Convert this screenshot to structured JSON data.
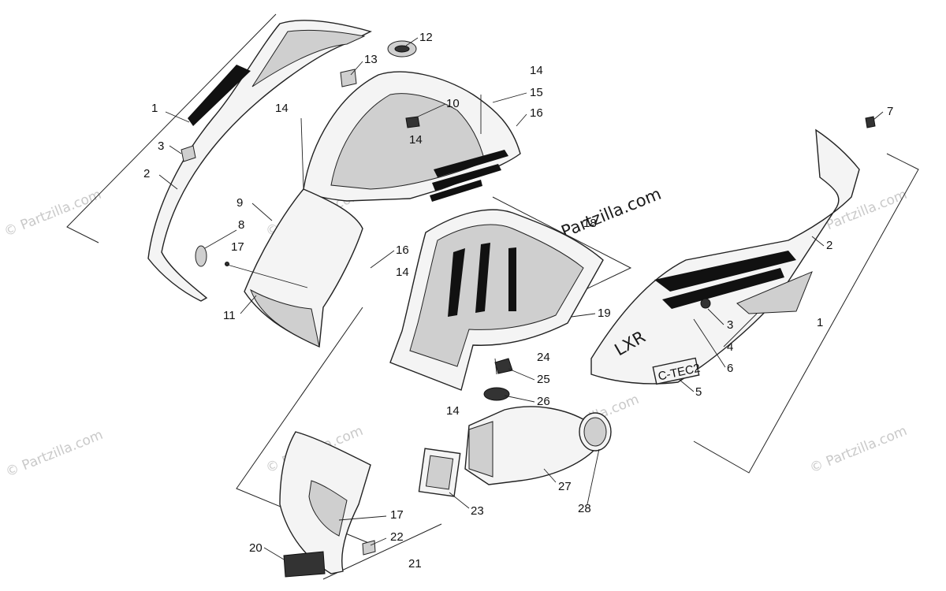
{
  "callouts": [
    {
      "id": "c1a",
      "label": "1"
    },
    {
      "id": "c2a",
      "label": "2"
    },
    {
      "id": "c3a",
      "label": "3"
    },
    {
      "id": "c8",
      "label": "8"
    },
    {
      "id": "c17a",
      "label": "17"
    },
    {
      "id": "c11",
      "label": "11"
    },
    {
      "id": "c9",
      "label": "9"
    },
    {
      "id": "c14a",
      "label": "14"
    },
    {
      "id": "c13",
      "label": "13"
    },
    {
      "id": "c12",
      "label": "12"
    },
    {
      "id": "c10",
      "label": "10"
    },
    {
      "id": "c14b",
      "label": "14"
    },
    {
      "id": "c14c",
      "label": "14"
    },
    {
      "id": "c15",
      "label": "15"
    },
    {
      "id": "c16a",
      "label": "16"
    },
    {
      "id": "c16b",
      "label": "16"
    },
    {
      "id": "c14d",
      "label": "14"
    },
    {
      "id": "c18",
      "label": "18"
    },
    {
      "id": "c19",
      "label": "19"
    },
    {
      "id": "c24",
      "label": "24"
    },
    {
      "id": "c25",
      "label": "25"
    },
    {
      "id": "c26",
      "label": "26"
    },
    {
      "id": "c14e",
      "label": "14"
    },
    {
      "id": "c27",
      "label": "27"
    },
    {
      "id": "c28",
      "label": "28"
    },
    {
      "id": "c23",
      "label": "23"
    },
    {
      "id": "c17b",
      "label": "17"
    },
    {
      "id": "c22",
      "label": "22"
    },
    {
      "id": "c20",
      "label": "20"
    },
    {
      "id": "c21",
      "label": "21"
    },
    {
      "id": "c7",
      "label": "7"
    },
    {
      "id": "c2b",
      "label": "2"
    },
    {
      "id": "c1b",
      "label": "1"
    },
    {
      "id": "c3b",
      "label": "3"
    },
    {
      "id": "c4",
      "label": "4"
    },
    {
      "id": "c6",
      "label": "6"
    },
    {
      "id": "c5",
      "label": "5"
    }
  ],
  "watermark": {
    "main": "© Partzilla.com",
    "faint": "© Partzilla.com"
  },
  "decal_text": {
    "lxr": "LXR",
    "ctec": "C-TEC2"
  }
}
